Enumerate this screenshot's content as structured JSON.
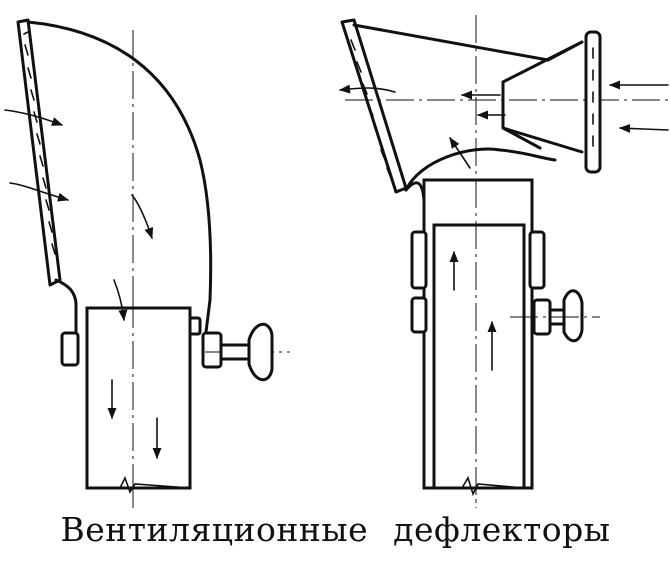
{
  "caption": "Вентиляционные дефлекторы",
  "colors": {
    "ink": "#111111",
    "background": "#ffffff"
  },
  "figures": [
    {
      "name": "left-deflector",
      "type": "hood-deflector"
    },
    {
      "name": "right-deflector",
      "type": "conical-deflector"
    }
  ]
}
